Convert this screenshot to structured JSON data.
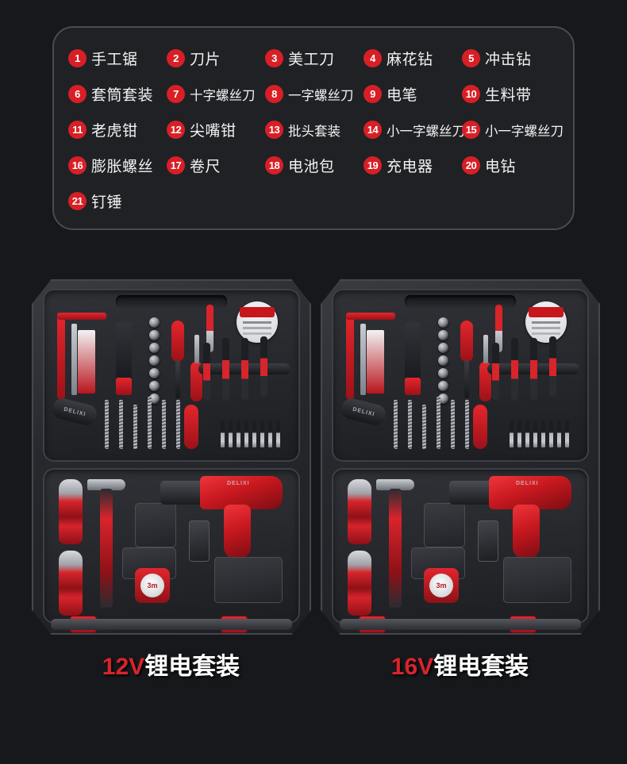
{
  "background_color": "#17181c",
  "accent_color": "#d81f26",
  "legend": {
    "panel_border_color": "#4a4b52",
    "rows": [
      [
        {
          "num": "1",
          "label": "手工锯"
        },
        {
          "num": "2",
          "label": "刀片"
        },
        {
          "num": "3",
          "label": "美工刀"
        },
        {
          "num": "4",
          "label": "麻花钻"
        },
        {
          "num": "5",
          "label": "冲击钻"
        }
      ],
      [
        {
          "num": "6",
          "label": "套筒套装"
        },
        {
          "num": "7",
          "label": "十字螺丝刀"
        },
        {
          "num": "8",
          "label": "一字螺丝刀"
        },
        {
          "num": "9",
          "label": "电笔"
        },
        {
          "num": "10",
          "label": "生料带"
        }
      ],
      [
        {
          "num": "11",
          "label": "老虎钳"
        },
        {
          "num": "12",
          "label": "尖嘴钳"
        },
        {
          "num": "13",
          "label": "批头套装"
        },
        {
          "num": "14",
          "label": "小一字螺丝刀"
        },
        {
          "num": "15",
          "label": "小一字螺丝刀"
        }
      ],
      [
        {
          "num": "16",
          "label": "膨胀螺丝"
        },
        {
          "num": "17",
          "label": "卷尺"
        },
        {
          "num": "18",
          "label": "电池包"
        },
        {
          "num": "19",
          "label": "充电器"
        },
        {
          "num": "20",
          "label": "电钻"
        }
      ],
      [
        {
          "num": "21",
          "label": "钉锤"
        }
      ]
    ]
  },
  "products": [
    {
      "voltage": "12V",
      "name": "锂电套装",
      "brand": "DELIXI",
      "tape_measure_length": "3m"
    },
    {
      "voltage": "16V",
      "name": "锂电套装",
      "brand": "DELIXI",
      "tape_measure_length": "3m"
    }
  ]
}
